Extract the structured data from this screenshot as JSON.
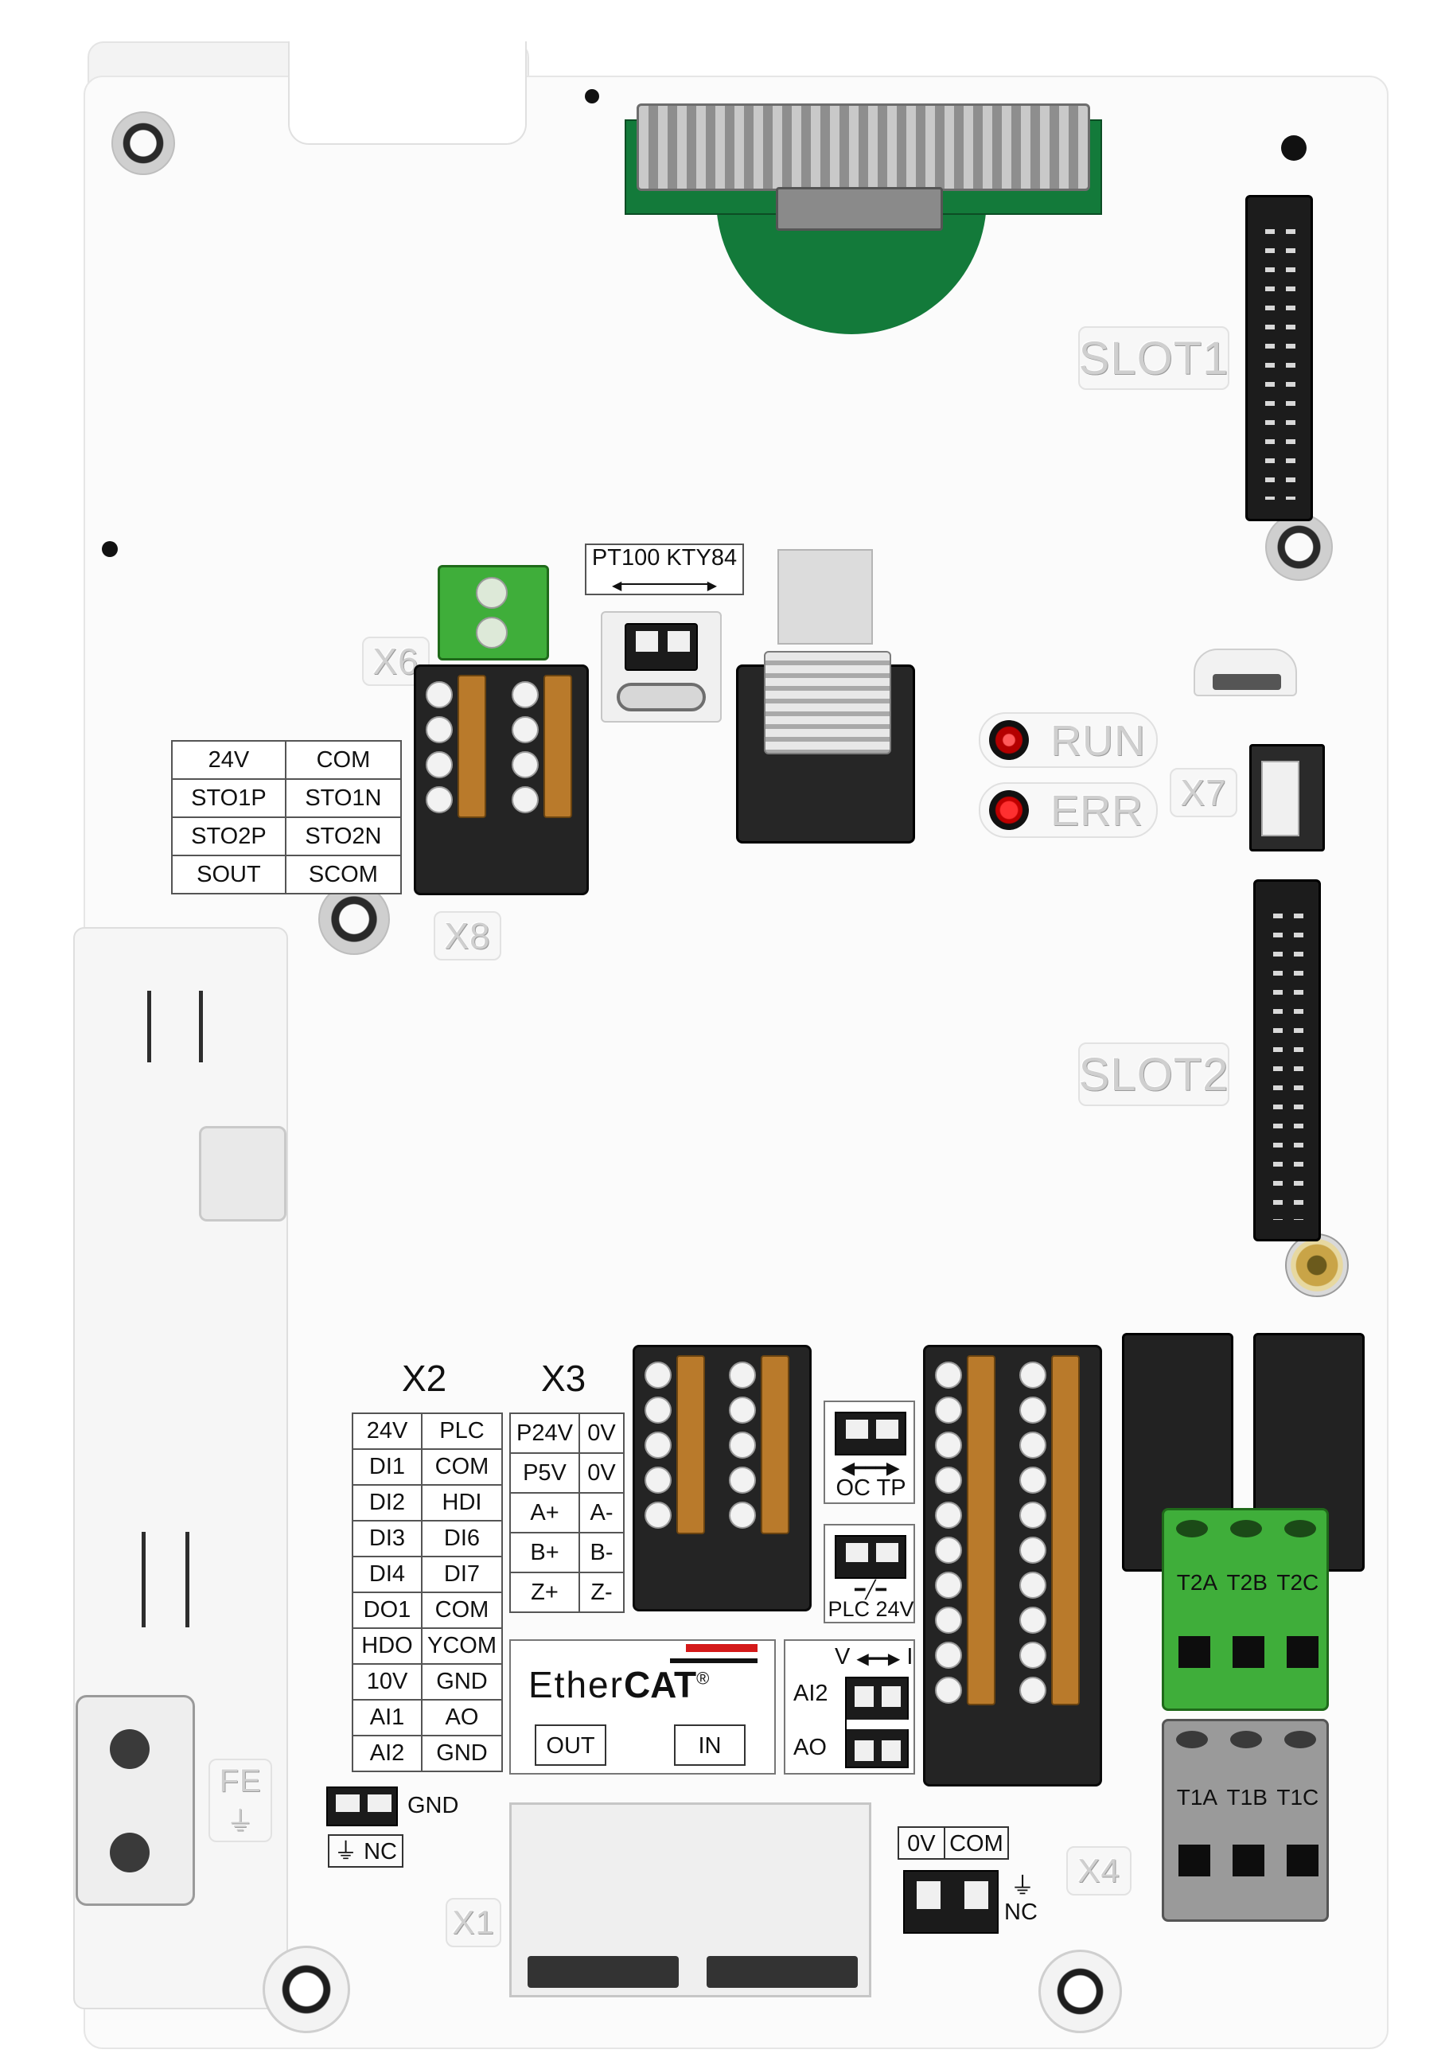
{
  "embossed": {
    "slot1": "SLOT1",
    "slot2": "SLOT2",
    "x6": "X6",
    "x8": "X8",
    "x7": "X7",
    "x1": "X1",
    "x4": "X4",
    "fe": "FE"
  },
  "leds": {
    "run": "RUN",
    "err": "ERR",
    "run_color": "#d41a1a",
    "err_color": "#e0141a"
  },
  "temp_switch": {
    "left": "PT100",
    "right": "KTY84"
  },
  "sto_table": [
    [
      "24V",
      "COM"
    ],
    [
      "STO1P",
      "STO1N"
    ],
    [
      "STO2P",
      "STO2N"
    ],
    [
      "SOUT",
      "SCOM"
    ]
  ],
  "x2": {
    "title": "X2",
    "rows": [
      [
        "24V",
        "PLC"
      ],
      [
        "DI1",
        "COM"
      ],
      [
        "DI2",
        "HDI"
      ],
      [
        "DI3",
        "DI6"
      ],
      [
        "DI4",
        "DI7"
      ],
      [
        "DO1",
        "COM"
      ],
      [
        "HDO",
        "YCOM"
      ],
      [
        "10V",
        "GND"
      ],
      [
        "AI1",
        "AO"
      ],
      [
        "AI2",
        "GND"
      ]
    ]
  },
  "x3": {
    "title": "X3",
    "rows": [
      [
        "P24V",
        "0V"
      ],
      [
        "P5V",
        "0V"
      ],
      [
        "A+",
        "A-"
      ],
      [
        "B+",
        "B-"
      ],
      [
        "Z+",
        "Z-"
      ]
    ]
  },
  "ethercat": {
    "brand_a": "Ether",
    "brand_b": "CAT",
    "reg": "®",
    "out": "OUT",
    "in": "IN"
  },
  "switches": {
    "oc_tp_left": "OC",
    "oc_tp_right": "TP",
    "plc24v_left": "PLC",
    "plc24v_right": "24V",
    "v_label": "V",
    "i_label": "I",
    "ai2": "AI2",
    "ao": "AO",
    "gnd": "GND",
    "nc_left": "NC",
    "zero_v": "0V",
    "com": "COM",
    "nc_right": "NC"
  },
  "thermal": {
    "top": [
      "T2A",
      "T2B",
      "T2C"
    ],
    "bottom": [
      "T1A",
      "T1B",
      "T1C"
    ]
  },
  "colors": {
    "green_terminal": "#3fae3a",
    "green_board": "#137a3a",
    "spring_orange": "#b97a2b",
    "grey_terminal": "#9a9a9a"
  }
}
